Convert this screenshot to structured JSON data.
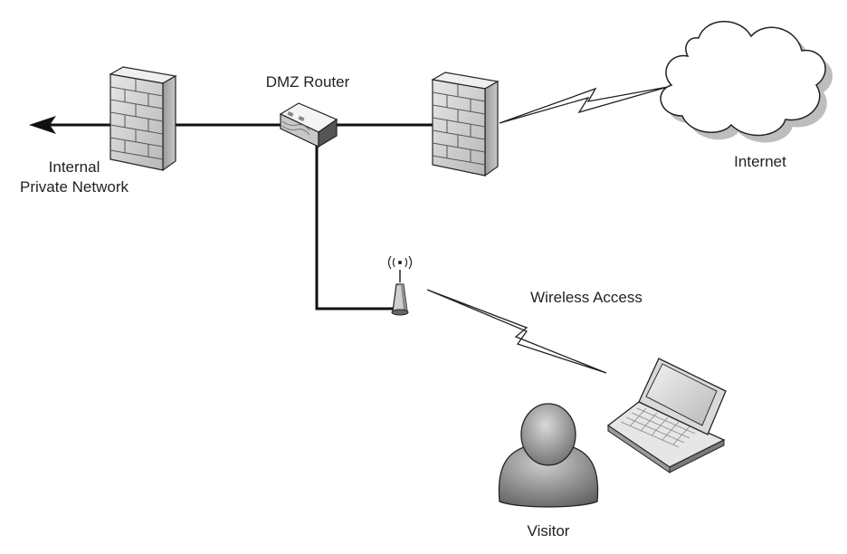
{
  "labels": {
    "internal_line1": "Internal",
    "internal_line2": "Private Network",
    "dmz_router": "DMZ Router",
    "internet": "Internet",
    "wireless_access": "Wireless Access",
    "visitor": "Visitor"
  },
  "icons": {
    "firewall_left": "firewall-icon",
    "firewall_right": "firewall-icon",
    "router": "router-icon",
    "cloud": "cloud-icon",
    "access_point": "wireless-access-point-icon",
    "laptop": "laptop-icon",
    "user": "user-icon"
  },
  "colors": {
    "line": "#111111",
    "firewall_face": "#d6d6d6",
    "device_shade": "#8c8c8c",
    "cloud_shadow": "#bdbdbd"
  }
}
